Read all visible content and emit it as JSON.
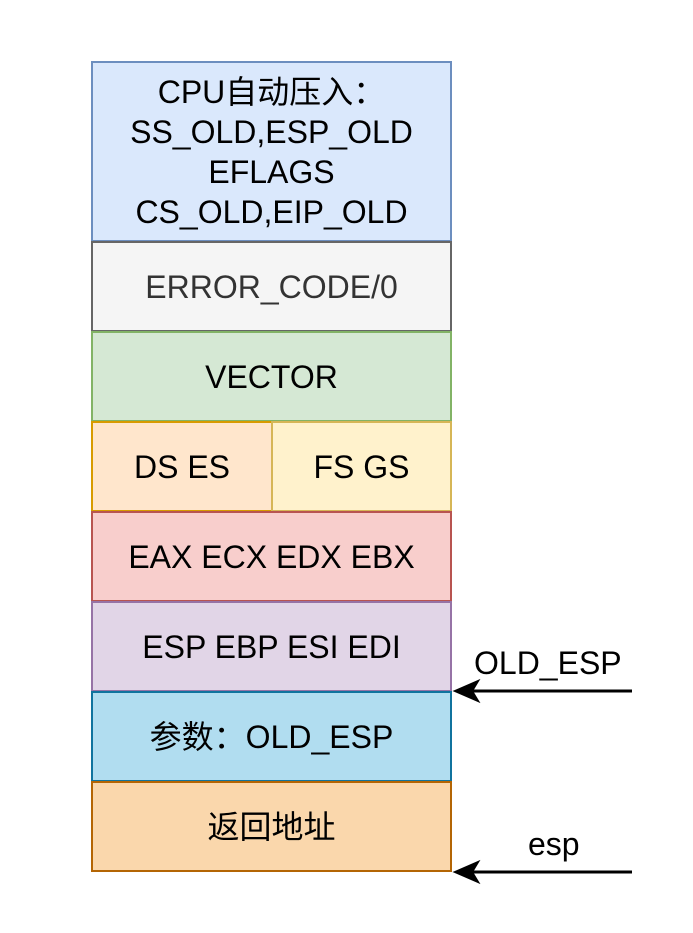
{
  "stack": {
    "cpu_push": {
      "lines": [
        "CPU自动压入：",
        "SS_OLD,ESP_OLD",
        "EFLAGS",
        "CS_OLD,EIP_OLD"
      ],
      "fill": "#dae8fc",
      "stroke": "#6c8ebf"
    },
    "error_code": {
      "label": "ERROR_CODE/0",
      "fill": "#f5f5f5",
      "stroke": "#666666",
      "text_color": "#333333"
    },
    "vector": {
      "label": "VECTOR",
      "fill": "#d5e8d4",
      "stroke": "#82b366"
    },
    "ds_es": {
      "label": "DS ES",
      "fill": "#ffe6cc",
      "stroke": "#d79b00"
    },
    "fs_gs": {
      "label": "FS GS",
      "fill": "#fff2cc",
      "stroke": "#d6b656"
    },
    "eax_group": {
      "label": "EAX ECX EDX EBX",
      "fill": "#f8cecc",
      "stroke": "#b85450"
    },
    "esp_group": {
      "label": "ESP EBP ESI EDI",
      "fill": "#e1d5e7",
      "stroke": "#9673a6"
    },
    "param": {
      "label": "参数：OLD_ESP",
      "fill": "#b1ddf0",
      "stroke": "#10739e"
    },
    "return_addr": {
      "label": "返回地址",
      "fill": "#fad7ac",
      "stroke": "#b46504"
    }
  },
  "pointers": {
    "old_esp": {
      "label": "OLD_ESP"
    },
    "esp": {
      "label": "esp"
    }
  }
}
